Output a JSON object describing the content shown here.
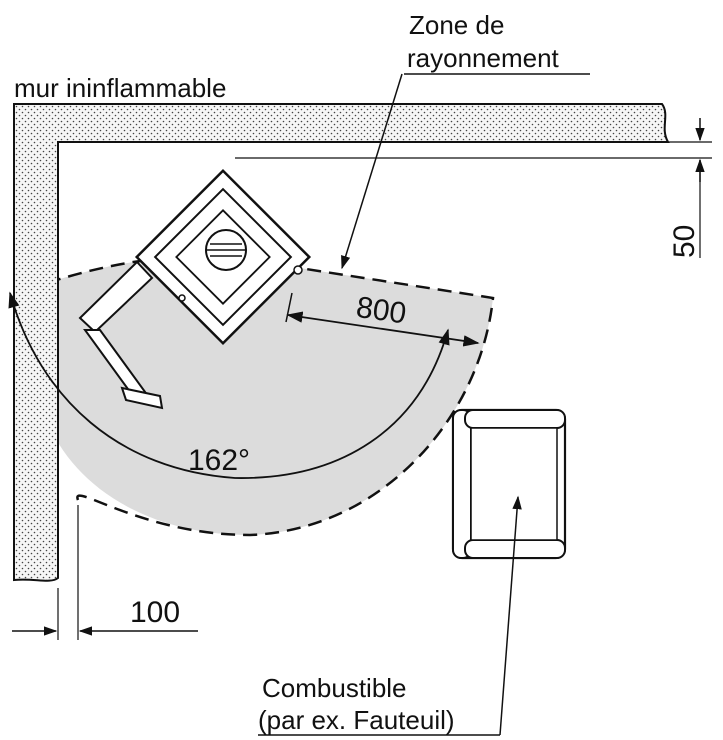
{
  "labels": {
    "radiation_zone_line1": "Zone de",
    "radiation_zone_line2": "rayonnement",
    "wall_label": "mur ininflammable",
    "combustible_line1": "Combustible",
    "combustible_line2": "(par ex. Fauteuil)"
  },
  "dimensions": {
    "radiation_distance": "800",
    "radiation_angle": "162°",
    "side_wall_clearance": "100",
    "back_wall_clearance": "50"
  },
  "colors": {
    "wall_fill": "#f4f4f4",
    "zone_fill": "#dcdcdc",
    "line": "#111111"
  }
}
